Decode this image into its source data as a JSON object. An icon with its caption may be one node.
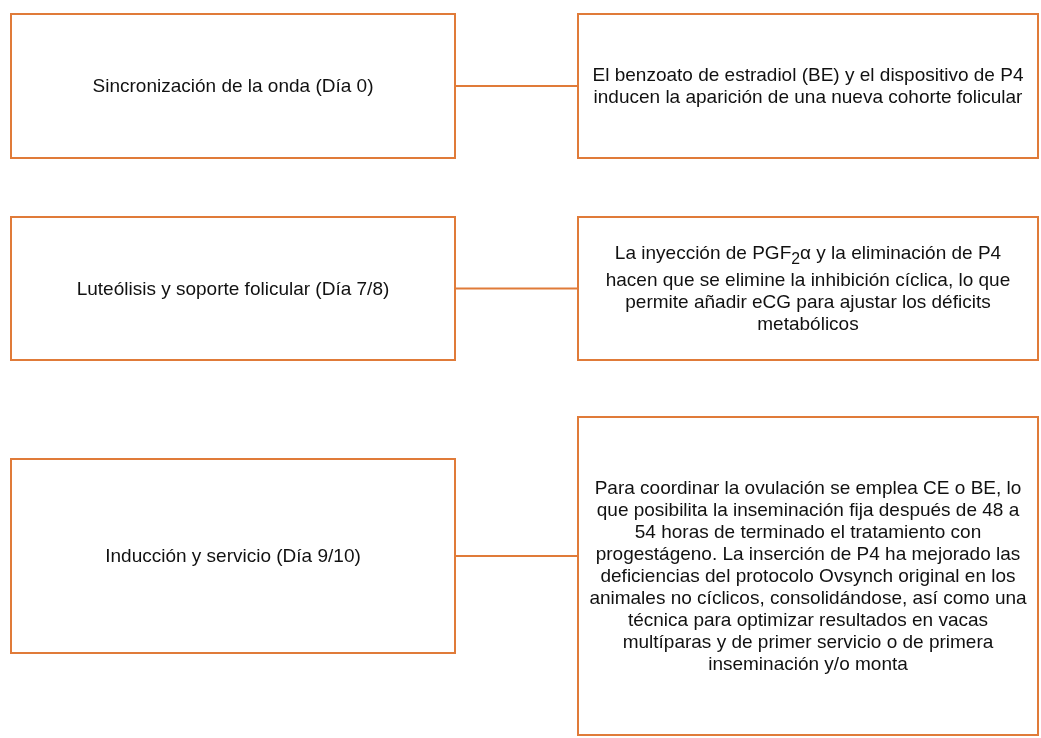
{
  "diagram": {
    "nodes": [
      {
        "text": [
          "Sincronización de la onda (Día 0)"
        ]
      },
      {
        "text": [
          "El benzoato de estradiol (BE) y el dispositivo de P4 inducen la aparición de una nueva cohorte folicular"
        ]
      },
      {
        "text": [
          "Luteólisis y soporte folicular (Día 7/8)"
        ]
      },
      {
        "text": [
          "La inyección de PGF$_{2}$α y la eliminación de P4 hacen que se elimine la inhibición cíclica, lo que permite añadir eCG para ajustar los déficits metabólicos"
        ]
      },
      {
        "text": [
          "Inducción y servicio (Día 9/10)"
        ]
      },
      {
        "text": [
          "Para coordinar la ovulación se emplea CE o BE, lo que posibilita la inseminación fija después de 48 a 54 horas de terminado el tratamiento con progestágeno. La inserción de P4 ha mejorado las deficiencias del protocolo Ovsynch original en los animales no cíclicos, consolidándose, así como una técnica para optimizar resultados en vacas multíparas y de primer servicio o de primera inseminación y/o monta"
        ]
      }
    ],
    "edges": [
      {
        "from": 0,
        "to": 1,
        "arrow": "none"
      },
      {
        "from": 2,
        "to": 3,
        "arrow": "none"
      },
      {
        "from": 4,
        "to": 5,
        "arrow": "none"
      }
    ]
  }
}
